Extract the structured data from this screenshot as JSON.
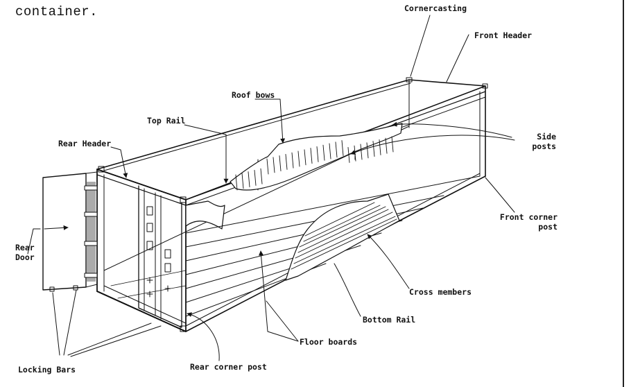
{
  "caption": "container.",
  "labels": {
    "corner_casting": "Cornercasting",
    "front_header": "Front Header",
    "roof_bows": "Roof bows",
    "top_rail": "Top Rail",
    "side_posts_1": "Side",
    "side_posts_2": "posts",
    "rear_header": "Rear Header",
    "rear_door_1": "Rear",
    "rear_door_2": "Door",
    "front_corner_post_1": "Front corner",
    "front_corner_post_2": "post",
    "cross_members": "Cross members",
    "bottom_rail": "Bottom Rail",
    "floor_boards": "Floor boards",
    "locking_bars": "Locking Bars",
    "rear_corner_post": "Rear corner post"
  }
}
